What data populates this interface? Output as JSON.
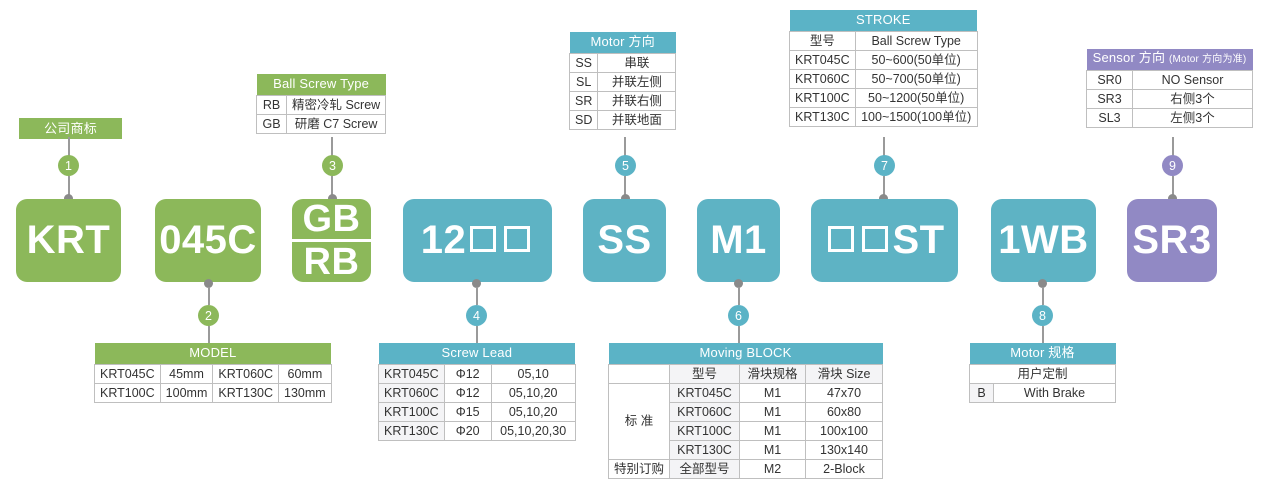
{
  "blocks": [
    {
      "name": "krt",
      "text": "KRT",
      "color": "green"
    },
    {
      "name": "045c",
      "text": "045C",
      "color": "green"
    },
    {
      "name": "gb-rb",
      "top": "GB",
      "bottom": "RB",
      "color": "green"
    },
    {
      "name": "lead",
      "prefix": "12",
      "color": "teal"
    },
    {
      "name": "ss",
      "text": "SS",
      "color": "teal"
    },
    {
      "name": "m1",
      "text": "M1",
      "color": "teal"
    },
    {
      "name": "stroke",
      "suffix": "ST",
      "color": "teal"
    },
    {
      "name": "1wb",
      "text": "1WB",
      "color": "teal"
    },
    {
      "name": "sr3",
      "text": "SR3",
      "color": "purple"
    }
  ],
  "badges": [
    "1",
    "2",
    "3",
    "4",
    "5",
    "6",
    "7",
    "8",
    "9"
  ],
  "company": {
    "title": "公司商标"
  },
  "ball_screw": {
    "title": "Ball Screw Type",
    "rows": [
      [
        "RB",
        "精密冷轧 Screw"
      ],
      [
        "GB",
        "研磨 C7 Screw"
      ]
    ]
  },
  "motor_dir": {
    "title": "Motor 方向",
    "rows": [
      [
        "SS",
        "串联"
      ],
      [
        "SL",
        "并联左侧"
      ],
      [
        "SR",
        "并联右侧"
      ],
      [
        "SD",
        "并联地面"
      ]
    ]
  },
  "stroke": {
    "title": "STROKE",
    "headers": [
      "型号",
      "Ball Screw Type"
    ],
    "rows": [
      [
        "KRT045C",
        "50~600(50单位)"
      ],
      [
        "KRT060C",
        "50~700(50单位)"
      ],
      [
        "KRT100C",
        "50~1200(50单位)"
      ],
      [
        "KRT130C",
        "100~1500(100单位)"
      ]
    ]
  },
  "sensor": {
    "title_main": "Sensor 方向 ",
    "title_sub": "(Motor 方向为准)",
    "rows": [
      [
        "SR0",
        "NO Sensor"
      ],
      [
        "SR3",
        "右侧3个"
      ],
      [
        "SL3",
        "左侧3个"
      ]
    ]
  },
  "model": {
    "title": "MODEL",
    "rows": [
      [
        "KRT045C",
        "45mm",
        "KRT060C",
        "60mm"
      ],
      [
        "KRT100C",
        "100mm",
        "KRT130C",
        "130mm"
      ]
    ]
  },
  "screw_lead": {
    "title": "Screw Lead",
    "rows": [
      [
        "KRT045C",
        "Φ12",
        "05,10"
      ],
      [
        "KRT060C",
        "Φ12",
        "05,10,20"
      ],
      [
        "KRT100C",
        "Φ15",
        "05,10,20"
      ],
      [
        "KRT130C",
        "Φ20",
        "05,10,20,30"
      ]
    ]
  },
  "moving_block": {
    "title": "Moving BLOCK",
    "headers": [
      "型号",
      "滑块规格",
      "滑块 Size"
    ],
    "group_standard": "标 准",
    "group_special": "特别订购",
    "rows": [
      [
        "KRT045C",
        "M1",
        "47x70"
      ],
      [
        "KRT060C",
        "M1",
        "60x80"
      ],
      [
        "KRT100C",
        "M1",
        "100x100"
      ],
      [
        "KRT130C",
        "M1",
        "130x140"
      ]
    ],
    "special_row": [
      "全部型号",
      "M2",
      "2-Block"
    ]
  },
  "motor_spec": {
    "title": "Motor 规格",
    "custom": "用户定制",
    "brake_code": "B",
    "brake_text": "With Brake"
  }
}
